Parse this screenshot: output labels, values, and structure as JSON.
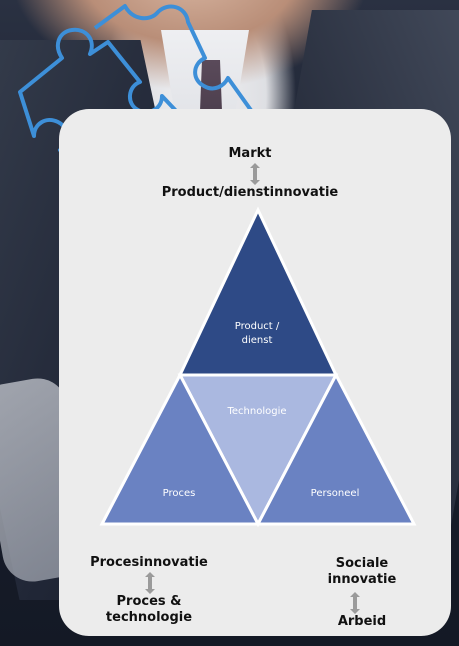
{
  "top": {
    "label": "Markt",
    "sublabel": "Product/dienstinnovatie"
  },
  "triangles": {
    "top": "Product / dienst",
    "top_line1": "Product /",
    "top_line2": "dienst",
    "center": "Technologie",
    "left": "Proces",
    "right": "Personeel"
  },
  "bottom_left": {
    "label": "Procesinnovatie",
    "sublabel_line1": "Proces &",
    "sublabel_line2": "technologie"
  },
  "bottom_right": {
    "label_line1": "Sociale",
    "label_line2": "innovatie",
    "sublabel": "Arbeid"
  },
  "colors": {
    "card_bg": "#ececec",
    "top_triangle": "#2e4a86",
    "side_triangles": "#6a82c2",
    "center_triangle": "#aab8e0",
    "arrow": "#9a9a9a",
    "puzzle_outline": "#3d8fd8"
  },
  "icons": [
    "puzzle-piece-outline-icon",
    "double-arrow-icon"
  ]
}
